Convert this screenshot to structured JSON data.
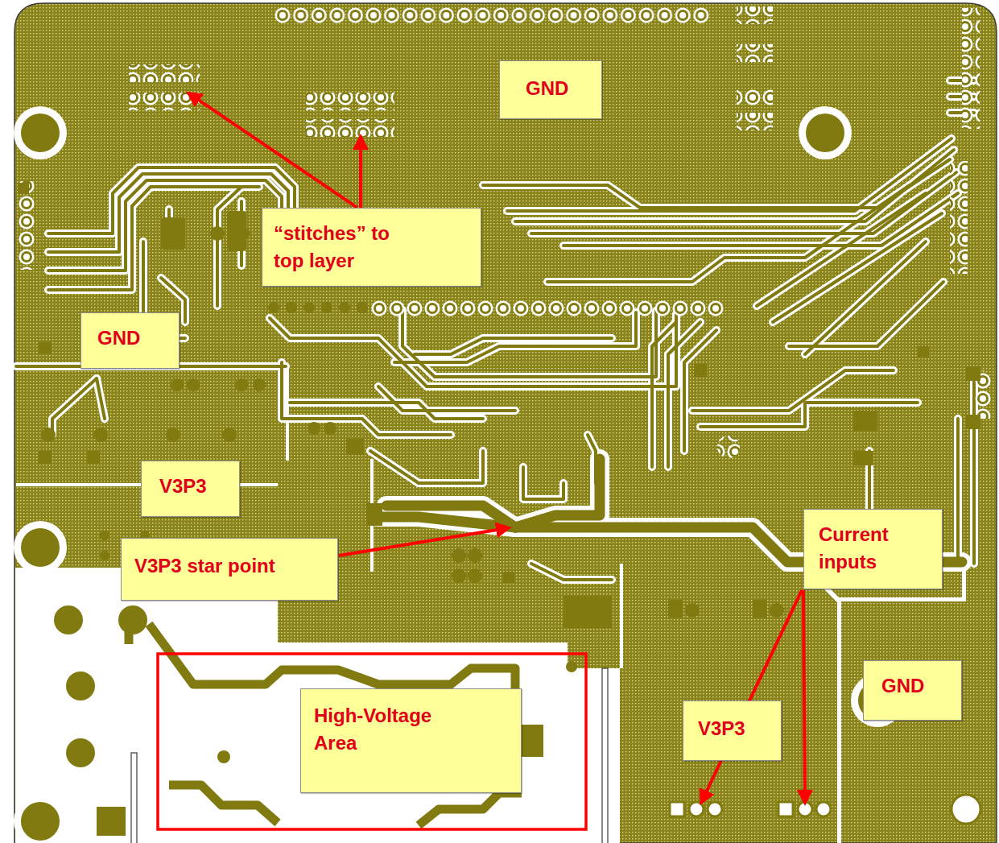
{
  "diagram": {
    "nodes": [
      {
        "text": [
          "GND"
        ]
      },
      {
        "text": [
          "“stitches” to top layer"
        ]
      },
      {
        "text": [
          "GND"
        ]
      },
      {
        "text": [
          "V3P3"
        ]
      },
      {
        "text": [
          "V3P3 star point"
        ]
      },
      {
        "text": [
          "Current inputs"
        ]
      },
      {
        "text": [
          "High-Voltage Area"
        ]
      },
      {
        "text": [
          "GND"
        ]
      },
      {
        "text": [
          "V3P3"
        ]
      }
    ]
  }
}
